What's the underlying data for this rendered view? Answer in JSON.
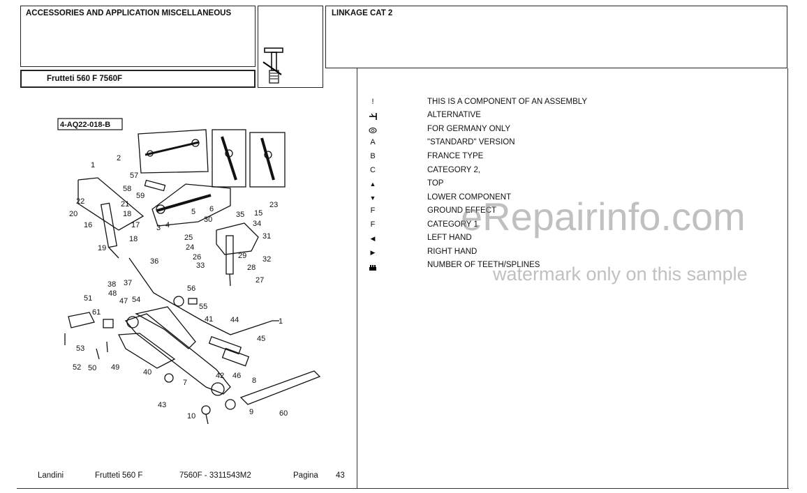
{
  "header": {
    "section_title": "ACCESSORIES AND APPLICATION MISCELLANEOUS",
    "model": "Frutteti 560 F 7560F",
    "group_title": "LINKAGE CAT 2"
  },
  "diagram": {
    "ref_code": "4-AQ22-018-B",
    "callouts": [
      "1",
      "2",
      "3",
      "4",
      "5",
      "6",
      "7",
      "8",
      "9",
      "10",
      "15",
      "16",
      "17",
      "18",
      "19",
      "20",
      "21",
      "22",
      "23",
      "24",
      "25",
      "26",
      "27",
      "28",
      "29",
      "30",
      "31",
      "32",
      "33",
      "34",
      "35",
      "36",
      "37",
      "38",
      "40",
      "41",
      "42",
      "43",
      "44",
      "45",
      "46",
      "47",
      "48",
      "49",
      "50",
      "51",
      "52",
      "53",
      "54",
      "55",
      "56",
      "57",
      "58",
      "59",
      "60",
      "61"
    ]
  },
  "legend": [
    {
      "icon": "exclamation-icon",
      "symbol": "!",
      "text": "THIS IS A COMPONENT OF AN ASSEMBLY"
    },
    {
      "icon": "alternative-icon",
      "symbol": "",
      "text": "ALTERNATIVE"
    },
    {
      "icon": "germany-icon",
      "symbol": "",
      "text": "FOR GERMANY ONLY"
    },
    {
      "icon": "letter-a-icon",
      "symbol": "A",
      "text": "\"STANDARD\"  VERSION"
    },
    {
      "icon": "letter-b-icon",
      "symbol": "B",
      "text": "FRANCE TYPE"
    },
    {
      "icon": "letter-c-icon",
      "symbol": "C",
      "text": "CATEGORY 2,"
    },
    {
      "icon": "triangle-up-icon",
      "symbol": "▲",
      "text": "TOP"
    },
    {
      "icon": "triangle-down-icon",
      "symbol": "▼",
      "text": "LOWER COMPONENT"
    },
    {
      "icon": "letter-f-icon",
      "symbol": "F",
      "text": "GROUND EFFECT"
    },
    {
      "icon": "letter-f-icon",
      "symbol": "F",
      "text": "CATEGORY 1"
    },
    {
      "icon": "triangle-left-icon",
      "symbol": "◀",
      "text": "LEFT HAND"
    },
    {
      "icon": "triangle-right-icon",
      "symbol": "▶",
      "text": "RIGHT HAND"
    },
    {
      "icon": "teeth-icon",
      "symbol": "",
      "text": "NUMBER OF TEETH/SPLINES"
    }
  ],
  "footer": {
    "brand": "Landini",
    "series": "Frutteti 560 F",
    "code": "7560F - 3311543M2",
    "page_label": "Pagina",
    "page_number": "43"
  },
  "watermark": {
    "site": "eRepairinfo.com",
    "note": "watermark only on this sample"
  }
}
